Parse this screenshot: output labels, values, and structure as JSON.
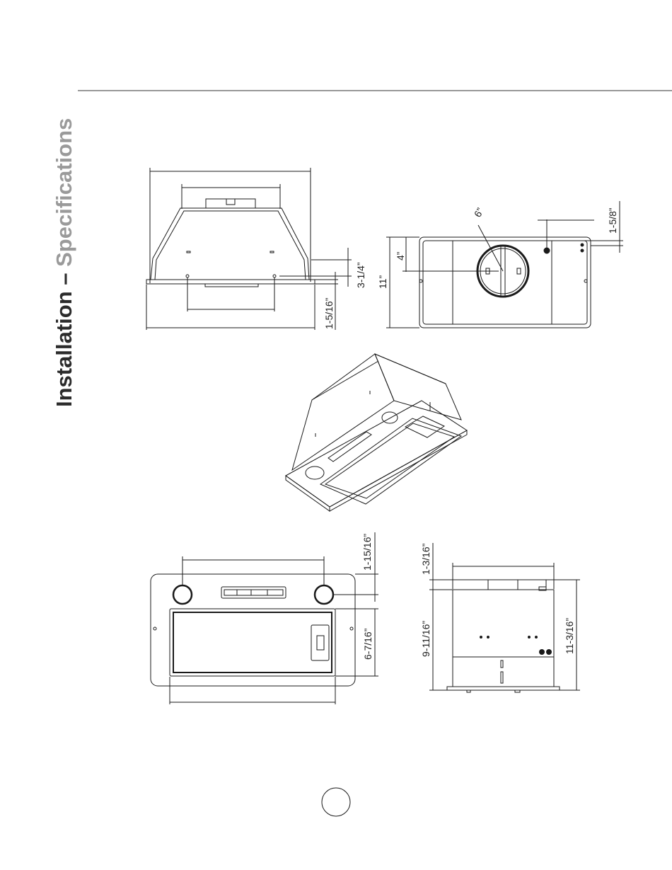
{
  "header": {
    "title_part1": "Installation",
    "title_separator": " – ",
    "title_part2": "Specifications"
  },
  "dimensions": {
    "front_height_3_1_4": "3-1/4”",
    "front_flange_1_5_16": "1-5/16”",
    "top_duct_6": "6”",
    "top_offset_4": "4”",
    "top_depth_11": "11”",
    "top_edge_1_5_8": "1-5/8”",
    "bottom_light_1_15_16": "1-15/16”",
    "bottom_filter_6_7_16": "6-7/16”",
    "side_collar_1_3_16": "1-3/16”",
    "side_body_9_11_16": "9-11/16”",
    "side_total_11_3_16": "11-3/16”"
  },
  "page_number": "",
  "colors": {
    "ink": "#1a1a1a",
    "title_dark": "#2b2b2b",
    "title_light": "#9a9a9a",
    "rule": "#333333"
  }
}
